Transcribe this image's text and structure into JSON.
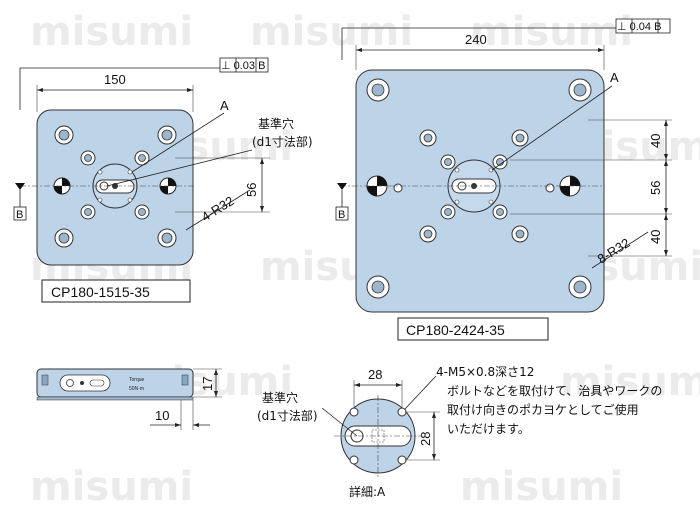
{
  "watermark": "misumi",
  "left_plate": {
    "model": "CP180-1515-35",
    "width_dim": "150",
    "flatness": "⊥ 0.03 B",
    "height_dim": "56",
    "corner_radius": "4-R32",
    "datum": "B"
  },
  "right_plate": {
    "model": "CP180-2424-35",
    "width_dim": "240",
    "flatness": "⊥ 0.04 B",
    "dim_top": "40",
    "dim_mid": "56",
    "dim_bottom": "40",
    "corner_radius": "8-R32",
    "datum": "B"
  },
  "callouts": {
    "detail_a_left": "A",
    "detail_a_right": "A",
    "reference_hole": "基準穴",
    "reference_hole_note": "(d1寸法部)"
  },
  "side_view": {
    "height_dim": "17",
    "bottom_dim": "10",
    "label_torque": "Torque",
    "label_nm": "50N·m"
  },
  "detail": {
    "width_dim": "28",
    "height_dim": "28",
    "thread_spec": "4-M5×0.8深さ12",
    "note_line1": "ボルトなどを取付けて、治具やワークの",
    "note_line2": "取付け向きのポカヨケとしてご使用",
    "note_line3": "いただけます。",
    "reference_hole": "基準穴",
    "reference_hole_note": "(d1寸法部)",
    "caption": "詳細:A"
  }
}
